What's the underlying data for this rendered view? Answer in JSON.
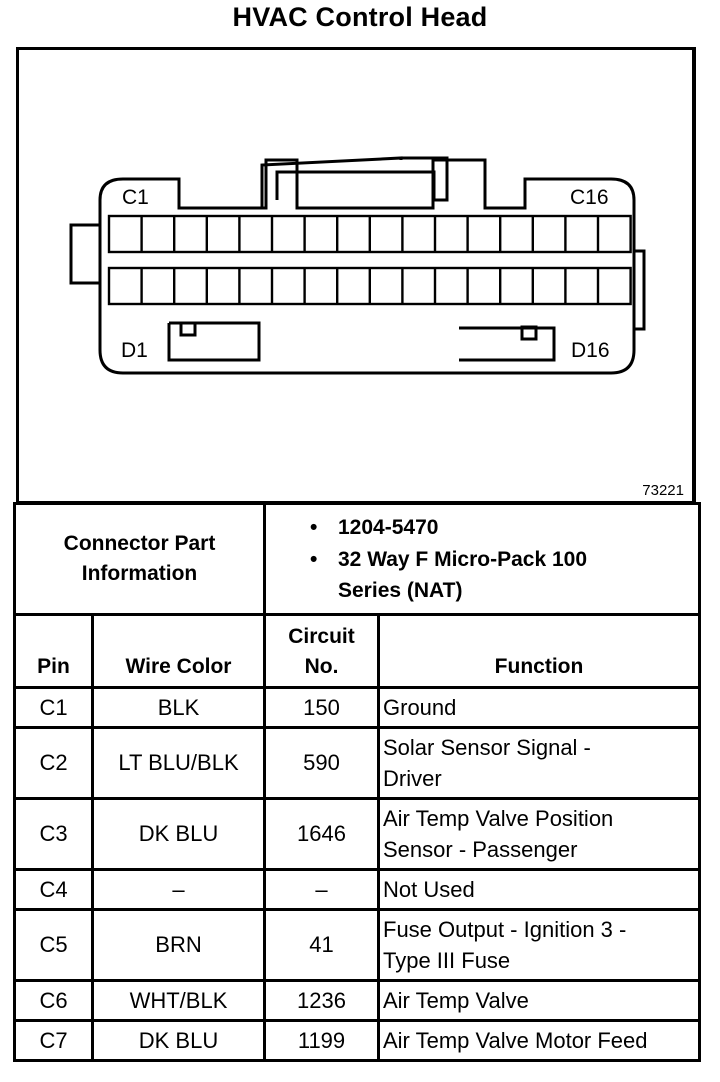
{
  "title": "HVAC Control Head",
  "figure_id": "73221",
  "connector": {
    "pin_labels": {
      "top_left": "C1",
      "top_right": "C16",
      "bottom_left": "D1",
      "bottom_right": "D16"
    }
  },
  "part_info": {
    "label_line1": "Connector Part",
    "label_line2": "Information",
    "items": [
      {
        "line1": "1204-5470",
        "line2": ""
      },
      {
        "line1": "32 Way F Micro-Pack 100",
        "line2": "Series (NAT)"
      }
    ]
  },
  "headers": {
    "pin": "Pin",
    "wire_color": "Wire Color",
    "circuit_line1": "Circuit",
    "circuit_line2": "No.",
    "function": "Function"
  },
  "rows": [
    {
      "pin": "C1",
      "wire": "BLK",
      "circuit": "150",
      "fn1": "Ground",
      "fn2": ""
    },
    {
      "pin": "C2",
      "wire": "LT BLU/BLK",
      "circuit": "590",
      "fn1": "Solar Sensor Signal -",
      "fn2": "Driver"
    },
    {
      "pin": "C3",
      "wire": "DK BLU",
      "circuit": "1646",
      "fn1": "Air Temp Valve Position",
      "fn2": "Sensor - Passenger"
    },
    {
      "pin": "C4",
      "wire": "–",
      "circuit": "–",
      "fn1": "Not Used",
      "fn2": ""
    },
    {
      "pin": "C5",
      "wire": "BRN",
      "circuit": "41",
      "fn1": "Fuse Output - Ignition 3 -",
      "fn2": "Type III Fuse"
    },
    {
      "pin": "C6",
      "wire": "WHT/BLK",
      "circuit": "1236",
      "fn1": "Air Temp Valve",
      "fn2": ""
    },
    {
      "pin": "C7",
      "wire": "DK BLU",
      "circuit": "1199",
      "fn1": "Air Temp Valve Motor Feed",
      "fn2": ""
    }
  ]
}
